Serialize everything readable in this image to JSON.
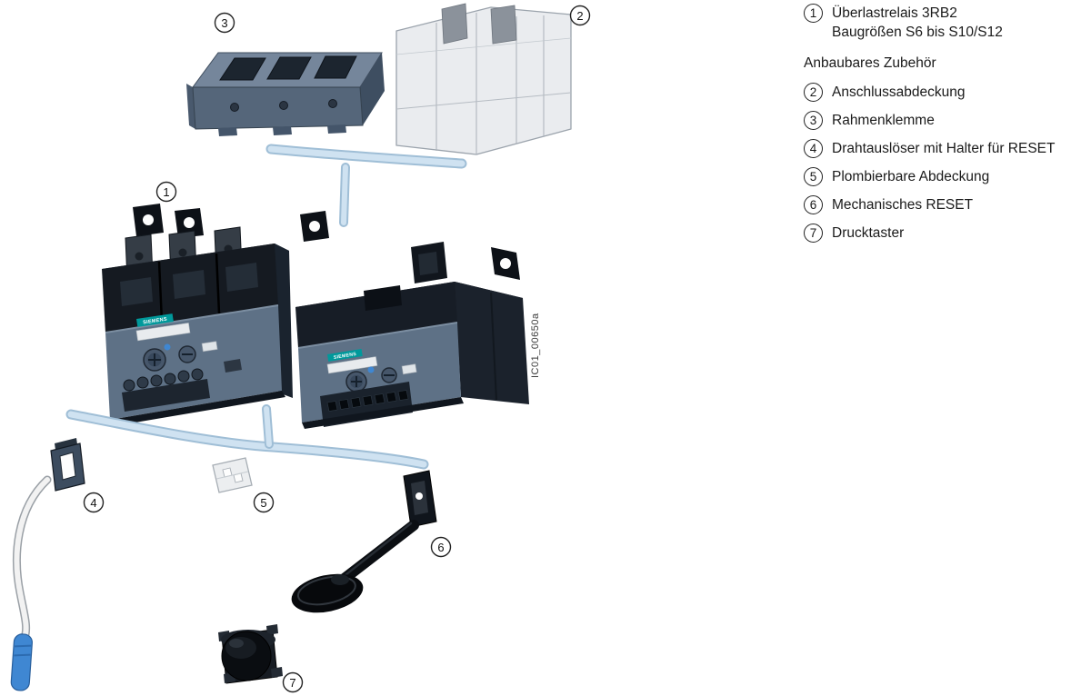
{
  "figure": {
    "watermark": "IC01_00650a",
    "brand": "SIEMENS"
  },
  "legend": {
    "item1": {
      "num": "1",
      "line1": "Überlastrelais 3RB2",
      "line2": "Baugrößen S6 bis S10/S12"
    },
    "heading": "Anbaubares Zubehör",
    "items": [
      {
        "num": "2",
        "label": "Anschlussabdeckung"
      },
      {
        "num": "3",
        "label": "Rahmenklemme"
      },
      {
        "num": "4",
        "label": "Drahtauslöser mit Halter für RESET"
      },
      {
        "num": "5",
        "label": "Plombierbare Abdeckung"
      },
      {
        "num": "6",
        "label": "Mechanisches RESET"
      },
      {
        "num": "7",
        "label": "Drucktaster"
      }
    ]
  },
  "callouts": {
    "c1": "1",
    "c2": "2",
    "c3": "3",
    "c4": "4",
    "c5": "5",
    "c6": "6",
    "c7": "7"
  },
  "colors": {
    "device_body": "#151a21",
    "device_panel": "#5e7186",
    "accent_tube": "#cfe2f1",
    "siemens_teal": "#00999b",
    "reset_blue": "#3f87d2"
  }
}
